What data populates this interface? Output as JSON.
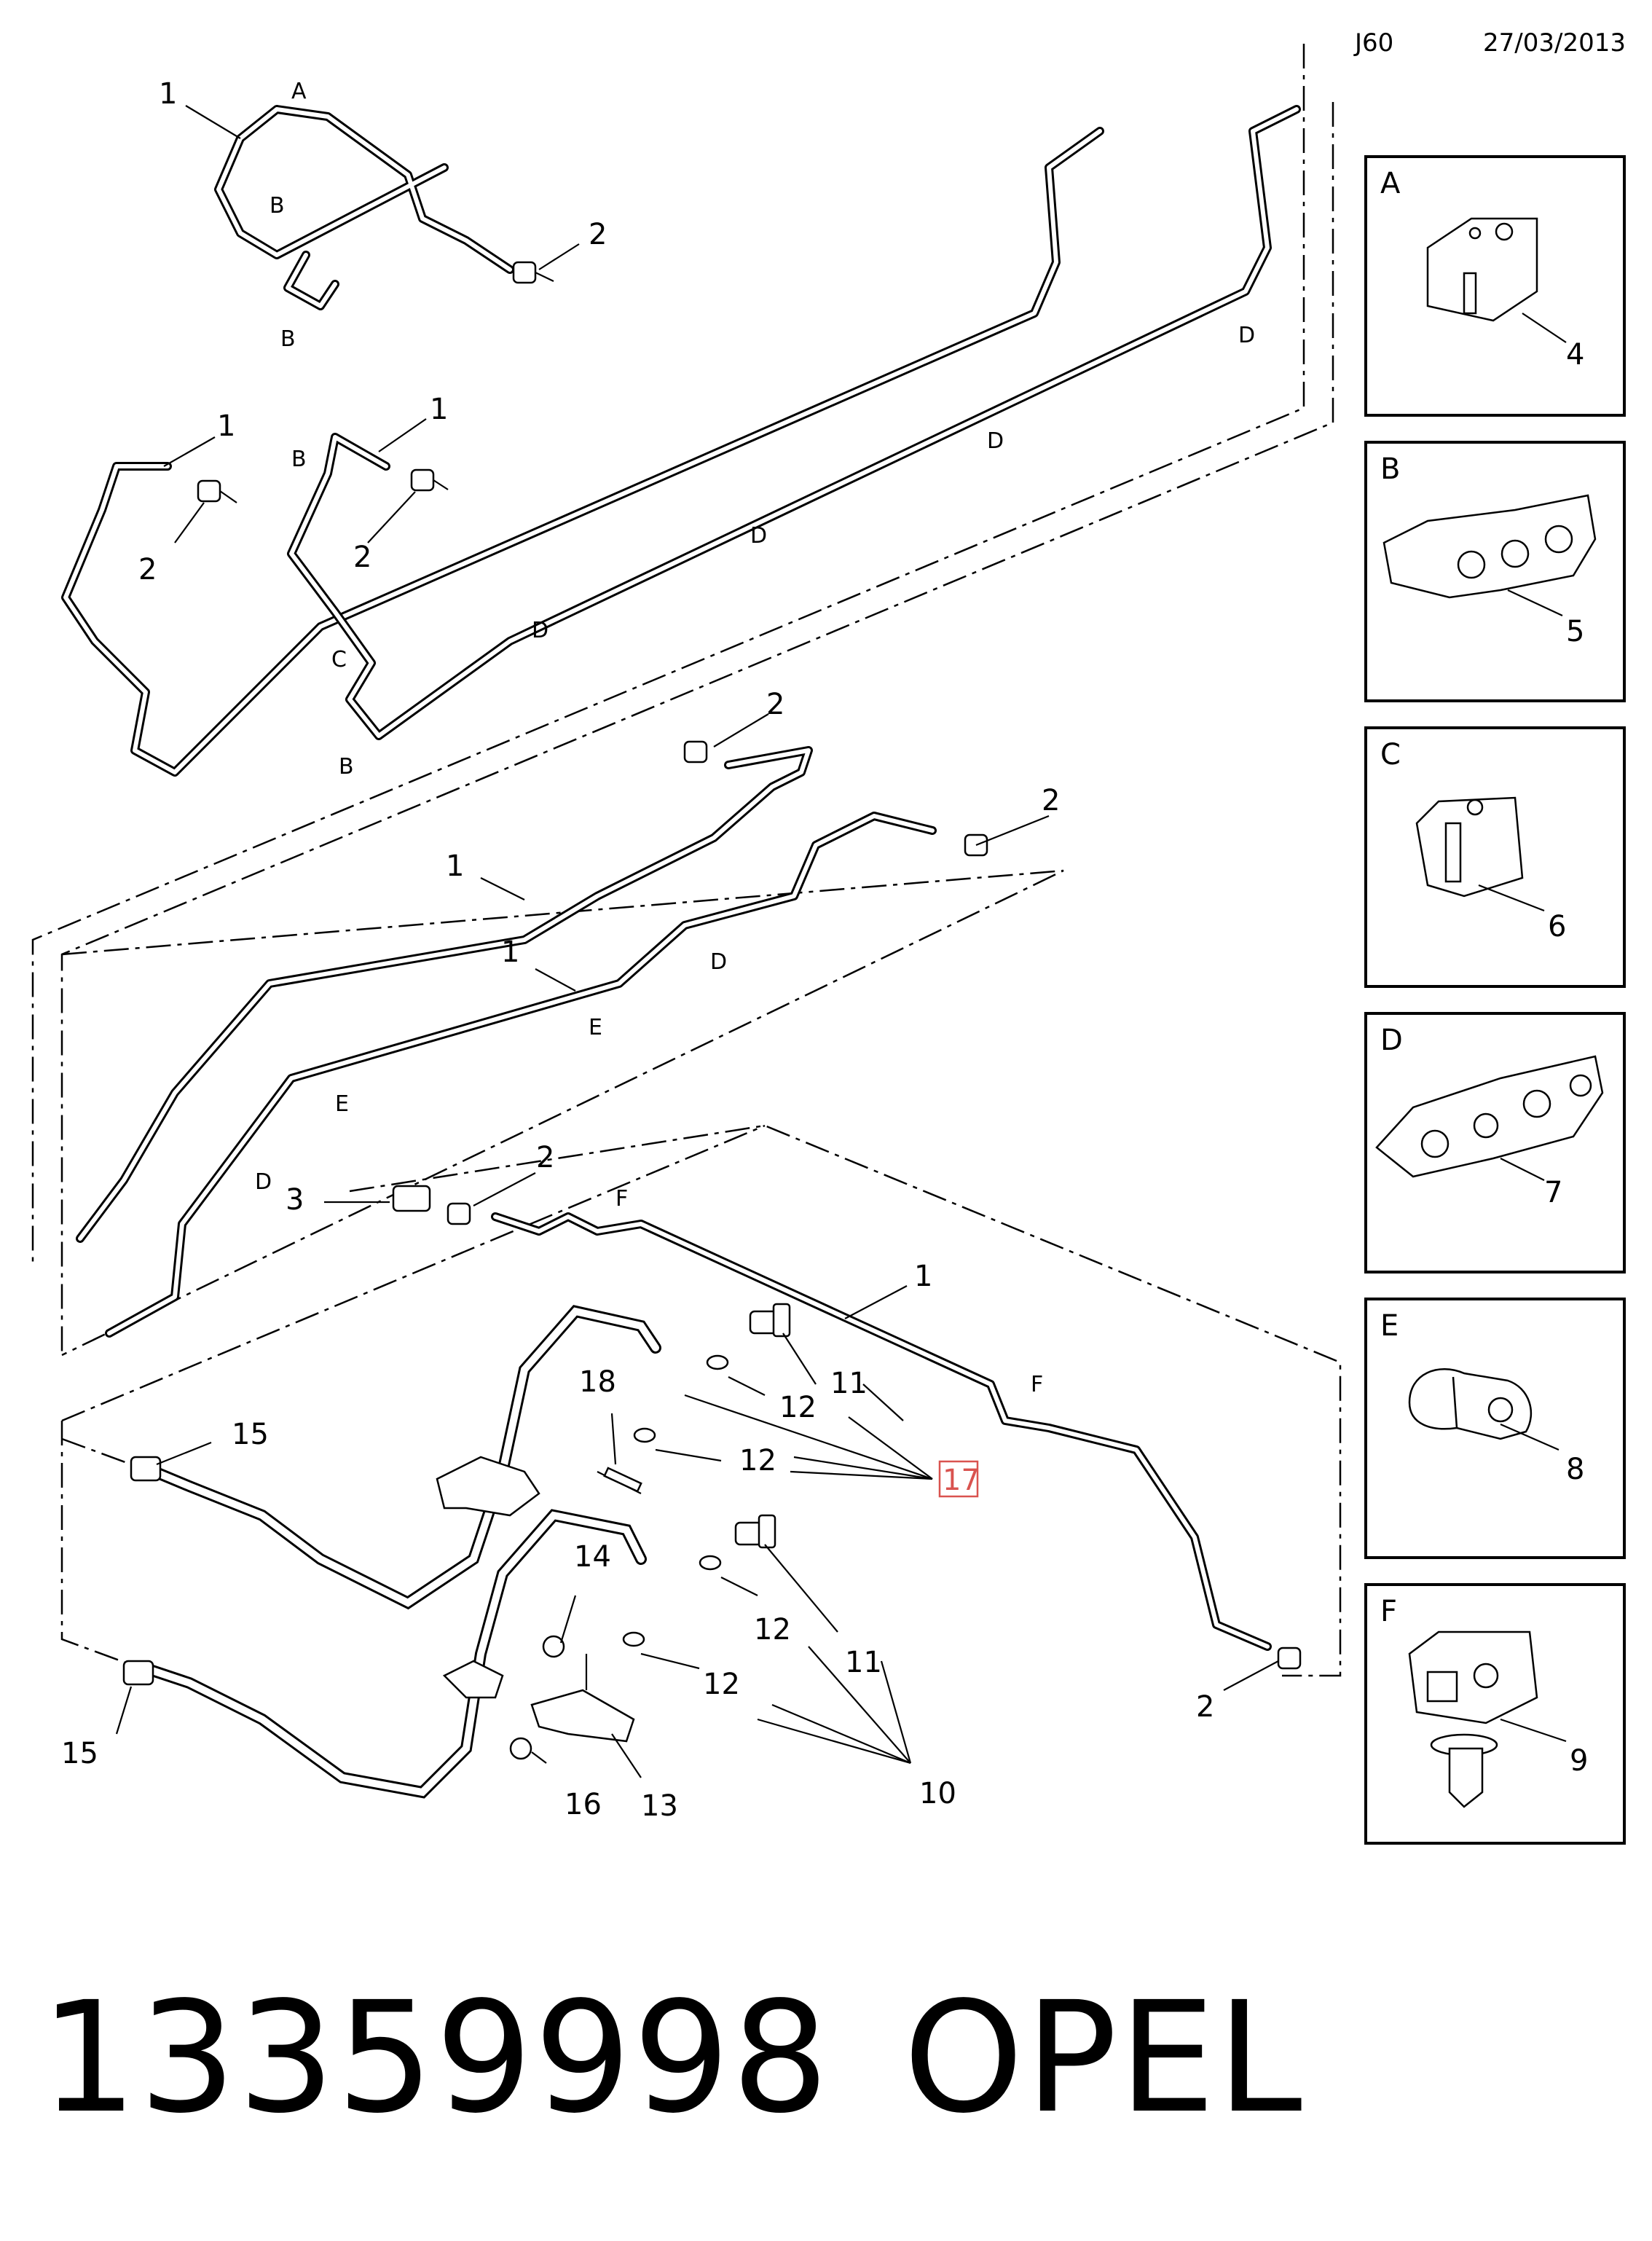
{
  "header": {
    "code": "J60",
    "date": "27/03/2013"
  },
  "callouts": {
    "c1": "1",
    "c2": "2",
    "c3": "3",
    "c4": "4",
    "c5": "5",
    "c6": "6",
    "c7": "7",
    "c8": "8",
    "c9": "9",
    "c10": "10",
    "c11": "11",
    "c12": "12",
    "c13": "13",
    "c14": "14",
    "c15": "15",
    "c16": "16",
    "c17": "17",
    "c18": "18"
  },
  "clip_labels": {
    "A": "A",
    "B": "B",
    "C": "C",
    "D": "D",
    "E": "E",
    "F": "F"
  },
  "detail_panels": [
    {
      "letter": "A",
      "part": "4"
    },
    {
      "letter": "B",
      "part": "5"
    },
    {
      "letter": "C",
      "part": "6"
    },
    {
      "letter": "D",
      "part": "7"
    },
    {
      "letter": "E",
      "part": "8"
    },
    {
      "letter": "F",
      "part": "9"
    }
  ],
  "footer": {
    "part_number": "13359998",
    "brand": "OPEL"
  },
  "colors": {
    "highlight": "#d9534f",
    "line": "#000000",
    "background": "#ffffff"
  }
}
